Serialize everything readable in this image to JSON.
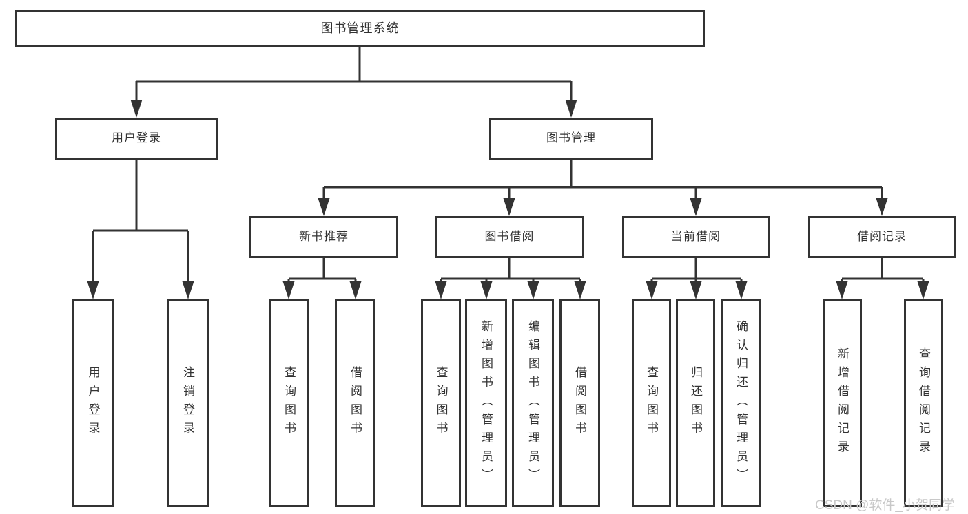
{
  "tree": {
    "root": {
      "label": "图书管理系统"
    },
    "branches": [
      {
        "label": "用户登录",
        "children": [
          {
            "label": "用户登录"
          },
          {
            "label": "注销登录"
          }
        ]
      },
      {
        "label": "图书管理",
        "groups": [
          {
            "label": "新书推荐",
            "children": [
              {
                "label": "查询图书"
              },
              {
                "label": "借阅图书"
              }
            ]
          },
          {
            "label": "图书借阅",
            "children": [
              {
                "label": "查询图书"
              },
              {
                "label": "新增图书（管理员）"
              },
              {
                "label": "编辑图书（管理员）"
              },
              {
                "label": "借阅图书"
              }
            ]
          },
          {
            "label": "当前借阅",
            "children": [
              {
                "label": "查询图书"
              },
              {
                "label": "归还图书"
              },
              {
                "label": "确认归还（管理员）"
              }
            ]
          },
          {
            "label": "借阅记录",
            "children": [
              {
                "label": "新增借阅记录"
              },
              {
                "label": "查询借阅记录"
              }
            ]
          }
        ]
      }
    ]
  },
  "watermark": {
    "text": "CSDN @软件_小贺同学"
  },
  "colors": {
    "line": "#333333",
    "text": "#333333",
    "background": "#ffffff",
    "watermark": "#c8c8c8"
  }
}
